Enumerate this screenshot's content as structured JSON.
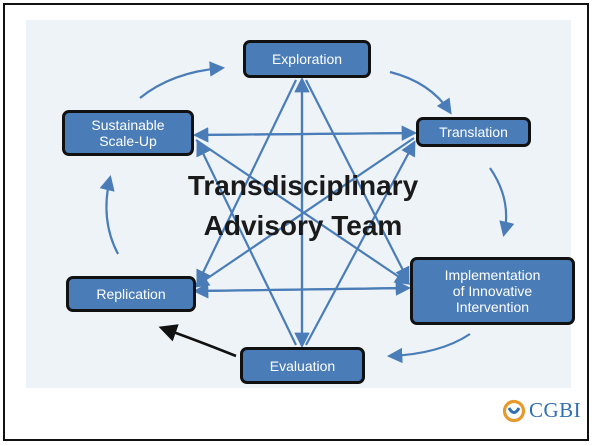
{
  "diagram": {
    "title_lines": [
      "Transdisciplinary",
      "Advisory Team"
    ],
    "nodes": {
      "exploration": "Exploration",
      "translation": "Translation",
      "implementation": "Implementation\nof Innovative\nIntervention",
      "evaluation": "Evaluation",
      "replication": "Replication",
      "scale_up": "Sustainable\nScale-Up"
    },
    "colors": {
      "node_fill": "#4a7db8",
      "node_border": "#111111",
      "connector": "#4a7db8",
      "highlight_arrow": "#111111",
      "panel_background": "#eef3f7"
    }
  },
  "logo": {
    "text": "CGBI",
    "icon": "cgbi-logo-icon"
  }
}
